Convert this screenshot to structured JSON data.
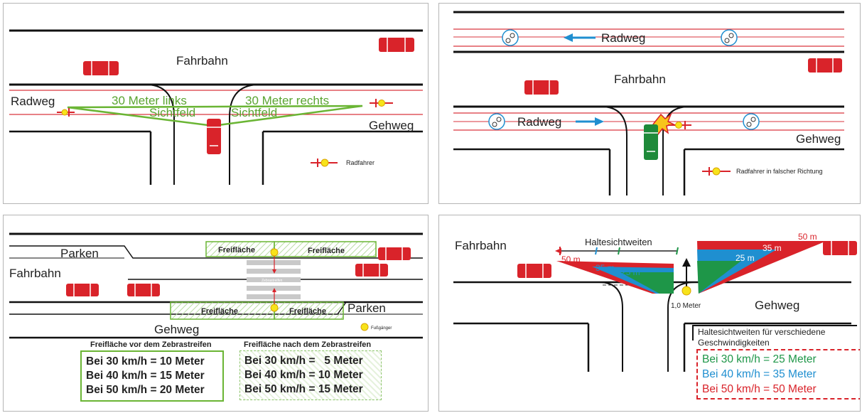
{
  "panel1": {
    "label_fahrbahn": "Fahrbahn",
    "label_radweg": "Radweg",
    "label_gehweg": "Gehweg",
    "sight_left_line1": "30 Meter links",
    "sight_left_line2": "Sichtfeld",
    "sight_right_line1": "30 Meter rechts",
    "sight_right_line2": "Sichtfeld",
    "legend_radfahrer": "Radfahrer"
  },
  "panel2": {
    "label_radweg_top": "Radweg",
    "label_fahrbahn": "Fahrbahn",
    "label_radweg": "Radweg",
    "label_gehweg": "Gehweg",
    "legend_wrong_direction": "Radfahrer in falscher Richtung"
  },
  "panel3": {
    "label_parken_top": "Parken",
    "label_fahrbahn": "Fahrbahn",
    "label_parken_bottom": "Parken",
    "label_gehweg": "Gehweg",
    "freiflaeche_top_left": "Freifläche",
    "freiflaeche_top_right": "Freifläche",
    "freiflaeche_bottom_left": "Freifläche",
    "freiflaeche_bottom_right": "Freifläche",
    "zebra_label": "Zebrastreifen",
    "legend_fussgaenger": "Fußgänger",
    "before_header": "Freifläche vor dem Zebrastreifen",
    "before_rows": [
      "Bei 30 km/h = 10 Meter",
      "Bei 40 km/h = 15 Meter",
      "Bei 50 km/h = 20 Meter"
    ],
    "after_header": "Freifläche nach dem Zebrastreifen",
    "after_rows": [
      "Bei 30 km/h =   5 Meter",
      "Bei 40 km/h = 10 Meter",
      "Bei 50 km/h = 15 Meter"
    ]
  },
  "panel4": {
    "label_fahrbahn": "Fahrbahn",
    "label_gehweg": "Gehweg",
    "haltesicht_title": "Haltesichtweiten",
    "left_50": "50 m",
    "left_35": "35 m",
    "left_25": "25 m",
    "right_50": "50 m",
    "right_35": "35 m",
    "right_25": "25 m",
    "distance_label": "1,0 Meter",
    "legend_header_line1": "Haltesichtweiten für verschiedene",
    "legend_header_line2": "Geschwindigkeiten",
    "legend_rows": [
      {
        "text": "Bei 30 km/h = 25 Meter",
        "color": "#1e9648"
      },
      {
        "text": "Bei 40 km/h = 35 Meter",
        "color": "#1f8fd0"
      },
      {
        "text": "Bei 50 km/h = 50 Meter",
        "color": "#d9232a"
      }
    ]
  },
  "colors": {
    "car_red": "#d9232a",
    "car_green": "#1e8a3a",
    "sight_green": "#6ab534",
    "radweg_line": "#d9363e",
    "hatch_green": "#8cc46a",
    "zone_blue": "#1f8fd0",
    "zone_green": "#1e9648",
    "pedestrian_yellow": "#f7e31b"
  }
}
